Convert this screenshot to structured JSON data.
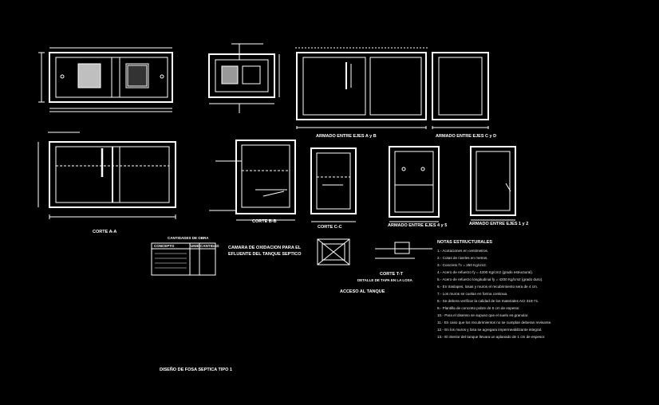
{
  "labels": {
    "corte_a": "CORTE A-A",
    "corte_b": "CORTE B-B",
    "corte_c": "CORTE C-C",
    "corte_t": "CORTE T-T",
    "armado_ejes_ab": "ARMADO ENTRE EJES A y B",
    "armado_ejes_cd": "ARMADO ENTRE EJES C y D",
    "armado_ejes_4y5": "ARMADO ENTRE EJES 4 y 5",
    "armado_ejes_1y2": "ARMADO ENTRE EJES 1 y 2",
    "camara_title_1": "CAMARA DE OXIDACION PARA EL",
    "camara_title_2": "EFLUENTE DEL TANQUE SEPTICO",
    "acceso": "ACCESO AL TANQUE",
    "detalle": "DETALLE DE TAPA EN LA LOSA",
    "cantidades": "CANTIDADES DE OBRA",
    "diseno": "DISEÑO DE FOSA SEPTICA TIPO 1"
  },
  "quantities_table": {
    "headers": [
      "CONCEPTO",
      "UNID",
      "CANTIDAD"
    ]
  },
  "notes": {
    "title": "NOTAS ESTRUCTURALES",
    "lines": [
      "1.- Acotaciones en centimetros.",
      "2.- Cotas de niveles en metros.",
      "3.- Concreto f'c = 250 Kg/cm2.",
      "4.- Acero de refuerzo fy = 4200 Kg/cm2 (grado estructural).",
      "5.- Acero de refuerzo longitudinal fy = 4200 Kg/cm2 (grado duro).",
      "6.- En traslapes, losas y muros el recubrimiento sera de 4 cm.",
      "7.- Los muros se cuelan en forma continua.",
      "8.- Se debera verificar la calidad de los materiales ACI 318-71.",
      "9.- Plantilla de concreto pobre de 5 cm de espesor.",
      "10.- Para el disenso se supuso que el suelo es granular.",
      "11.- En caso que los recubrimientos no se cumplan deberan revisarse.",
      "12.- En los muros y losa se agregara impermeabilizante integral.",
      "13.- El interior del tanque llevara un aplanado de 1 cm de espesor."
    ]
  }
}
